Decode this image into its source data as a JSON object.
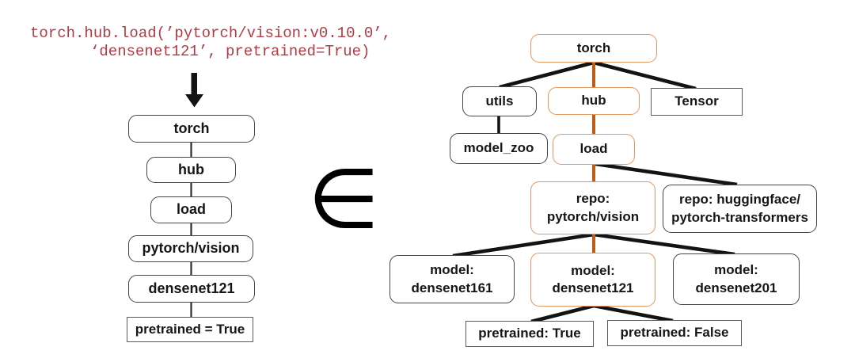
{
  "colors": {
    "accent_orange_border": "#E5965F",
    "accent_orange_edge": "#C25B15",
    "edge_black": "#131313",
    "code_red": "#B23B43",
    "box_border_dark": "#454545",
    "box_border_gray": "#5a5a5a"
  },
  "code": {
    "line1": "torch.hub.load(’pytorch/vision:v0.10.0’,",
    "line2": "‘densenet121’, pretrained=True)"
  },
  "element_of": "∈",
  "left_chain": {
    "nodes": [
      {
        "label": "torch"
      },
      {
        "label": "hub"
      },
      {
        "label": "load"
      },
      {
        "label": "pytorch/vision"
      },
      {
        "label": "densenet121"
      },
      {
        "label": "pretrained = True"
      }
    ]
  },
  "tree": {
    "nodes": [
      {
        "label": "torch"
      },
      {
        "label": "utils"
      },
      {
        "label": "hub"
      },
      {
        "label": "Tensor"
      },
      {
        "label": "model_zoo"
      },
      {
        "label": "load"
      },
      {
        "label": "repo:\npytorch/vision"
      },
      {
        "label": "repo: huggingface/\npytorch-transformers"
      },
      {
        "label": "model:\ndensenet161"
      },
      {
        "label": "model:\ndensenet121"
      },
      {
        "label": "model:\ndensenet201"
      },
      {
        "label": "pretrained: True"
      },
      {
        "label": "pretrained: False"
      }
    ]
  }
}
